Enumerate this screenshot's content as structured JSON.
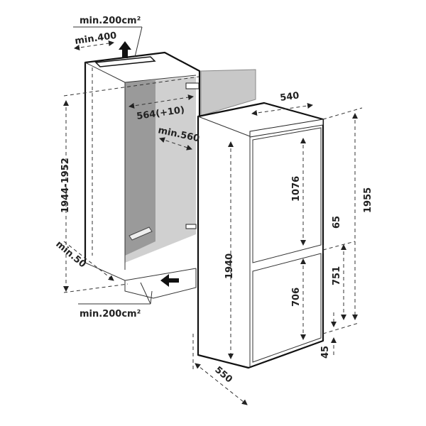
{
  "labels": {
    "top_vent_area": "min.200cm²",
    "top_vent_width": "min.400",
    "niche_width": "564(+10)",
    "niche_depth": "min.560",
    "niche_height": "1944-1952",
    "bottom_gap": "min.50",
    "bottom_vent_area": "min.200cm²",
    "appliance_width": "540",
    "appliance_depth": "550",
    "appliance_height": "1940",
    "total_height": "1955",
    "upper_door_height": "1076",
    "lower_door_height": "706",
    "door_gap": "65",
    "lower_section_height": "751",
    "base_height": "45"
  },
  "colors": {
    "line": "#111111",
    "niche_dark": "#9a9a9a",
    "niche_light": "#d0d0d0",
    "door_panel": "#c8c8c8"
  }
}
